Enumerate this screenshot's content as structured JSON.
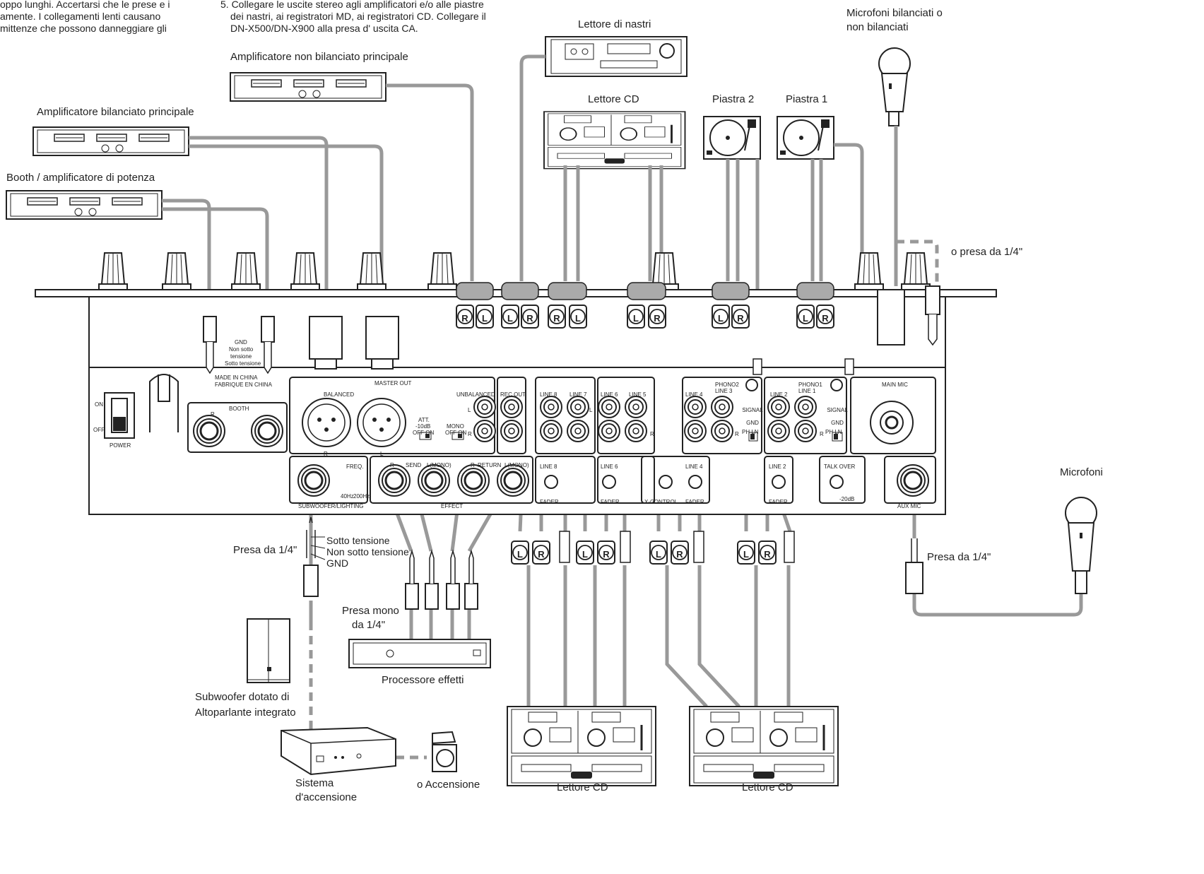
{
  "intro": {
    "left_lines": [
      "oppo lunghi. Accertarsi che le prese e i",
      "amente. I collegamenti lenti causano",
      "mittenze che possono danneggiare gli"
    ],
    "right_lines": [
      "5.  Collegare le uscite stereo agli amplificatori e/o alle piastre",
      "dei nastri, ai registratori MD, ai registratori CD. Collegare il",
      "DN-X500/DN-X900 alla presa d' uscita CA."
    ]
  },
  "labels": {
    "tape_player": "Lettore di nastri",
    "unbalanced_amp": "Amplificatore non bilanciato principale",
    "balanced_amp": "Amplificatore bilanciato principale",
    "booth_amp": "Booth / amplificatore di potenza",
    "cd_player_top": "Lettore CD",
    "deck2": "Piastra 2",
    "deck1": "Piastra 1",
    "mics_top_1": "Microfoni bilanciati o",
    "mics_top_2": "non bilanciati",
    "quarter_jack_alt": "o presa da 1/4\"",
    "mic_right": "Microfoni",
    "quarter_jack_left": "Presa da 1/4\"",
    "quarter_jack_right": "Presa da 1/4\"",
    "tip": "Sotto tensione",
    "ring": "Non sotto tensione",
    "gnd": "GND",
    "mono_jack_1": "Presa mono",
    "mono_jack_2": "da 1/4\"",
    "effects_processor": "Processore effetti",
    "subwoofer_1": "Subwoofer dotato di",
    "subwoofer_2": "Altoparlante integrato",
    "lighting_1": "Sistema",
    "lighting_2": "d'accensione",
    "lighting_alt": "o Accensione",
    "cd_player_bottom_1": "Lettore CD",
    "cd_player_bottom_2": "Lettore CD"
  },
  "panel": {
    "power_on": "ON",
    "power_off": "OFF",
    "power": "POWER",
    "gnd": "GND",
    "non_sotto": "Non sotto",
    "tensione": "tensione",
    "sotto_tensione": "Sotto tensione",
    "made_in": "MADE IN CHINA",
    "fabrique": "FABRIQUE EN CHINA",
    "booth": "BOOTH",
    "balanced": "BALANCED",
    "master_out": "MASTER OUT",
    "unbalanced": "UNBALANCED",
    "rec_out": "REC OUT",
    "att": "ATT.",
    "att_val": "-10dB",
    "off_on": "OFF  ON",
    "mono": "MONO",
    "line8": "LINE 8",
    "line7": "LINE 7",
    "line6": "LINE 6",
    "line5": "LINE 5",
    "line4": "LINE 4",
    "phono2_line3": "PHONO2\nLINE 3",
    "line2": "LINE 2",
    "phono1_line1": "PHONO1\nLINE 1",
    "main_mic": "MAIN MIC",
    "signal_gnd": "SIGNAL GND",
    "ph_ln": "PH  LN",
    "freq": "FREQ.",
    "hz40": "40Hz",
    "hz200": "200Hz",
    "sub_lighting": "SUBWOOFER/LIGHTING",
    "send": "SEND",
    "return": "RETURN",
    "l_mono": "L(MONO)",
    "effect": "EFFECT",
    "fader": "FADER",
    "x_control": "X-CONTROL",
    "talk_over": "TALK OVER",
    "minus20db": "-20dB",
    "aux_mic": "AUX MIC",
    "r": "R",
    "l": "L"
  },
  "plugs": {
    "r": "R",
    "l": "L"
  }
}
